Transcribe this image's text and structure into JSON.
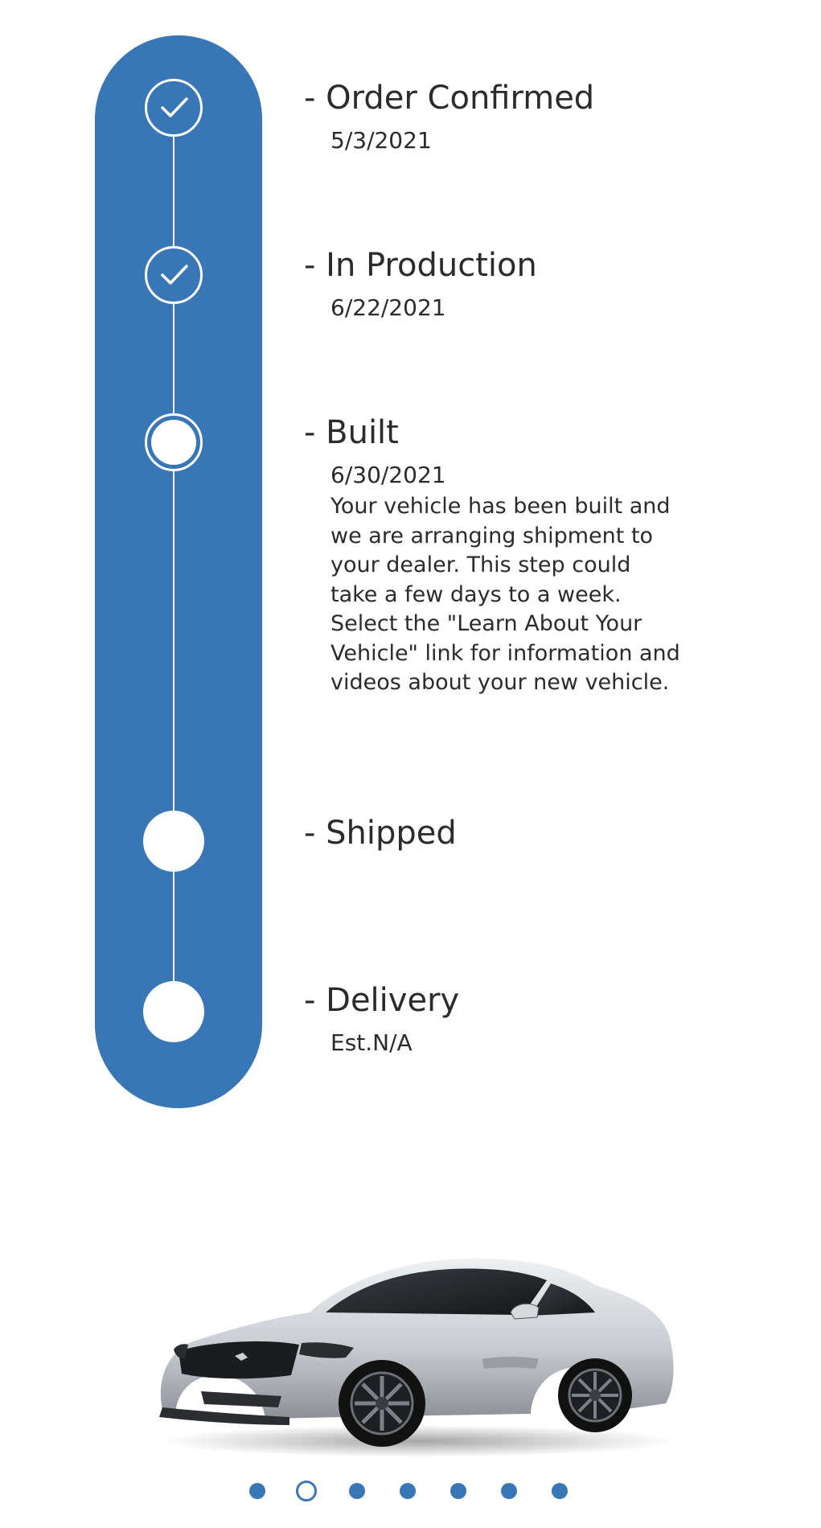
{
  "colors": {
    "accent": "#3876b6",
    "text": "#2b2b2b",
    "background": "#ffffff"
  },
  "tracker": {
    "steps": [
      {
        "title": "- Order Confirmed",
        "date": "5/3/2021",
        "status": "complete",
        "icon": "check-icon"
      },
      {
        "title": "- In Production",
        "date": "6/22/2021",
        "status": "complete",
        "icon": "check-icon"
      },
      {
        "title": "- Built",
        "date": "6/30/2021",
        "status": "current",
        "description": "Your vehicle has been built and we are arranging shipment to your dealer. This step could take a few days to a week. Select the \"Learn About Your Vehicle\" link for information and videos about your new vehicle."
      },
      {
        "title": "- Shipped",
        "status": "pending"
      },
      {
        "title": "- Delivery",
        "date": "Est.N/A",
        "status": "pending"
      }
    ]
  },
  "carousel": {
    "total": 7,
    "active_index": 1,
    "image_icon": "car-image"
  }
}
